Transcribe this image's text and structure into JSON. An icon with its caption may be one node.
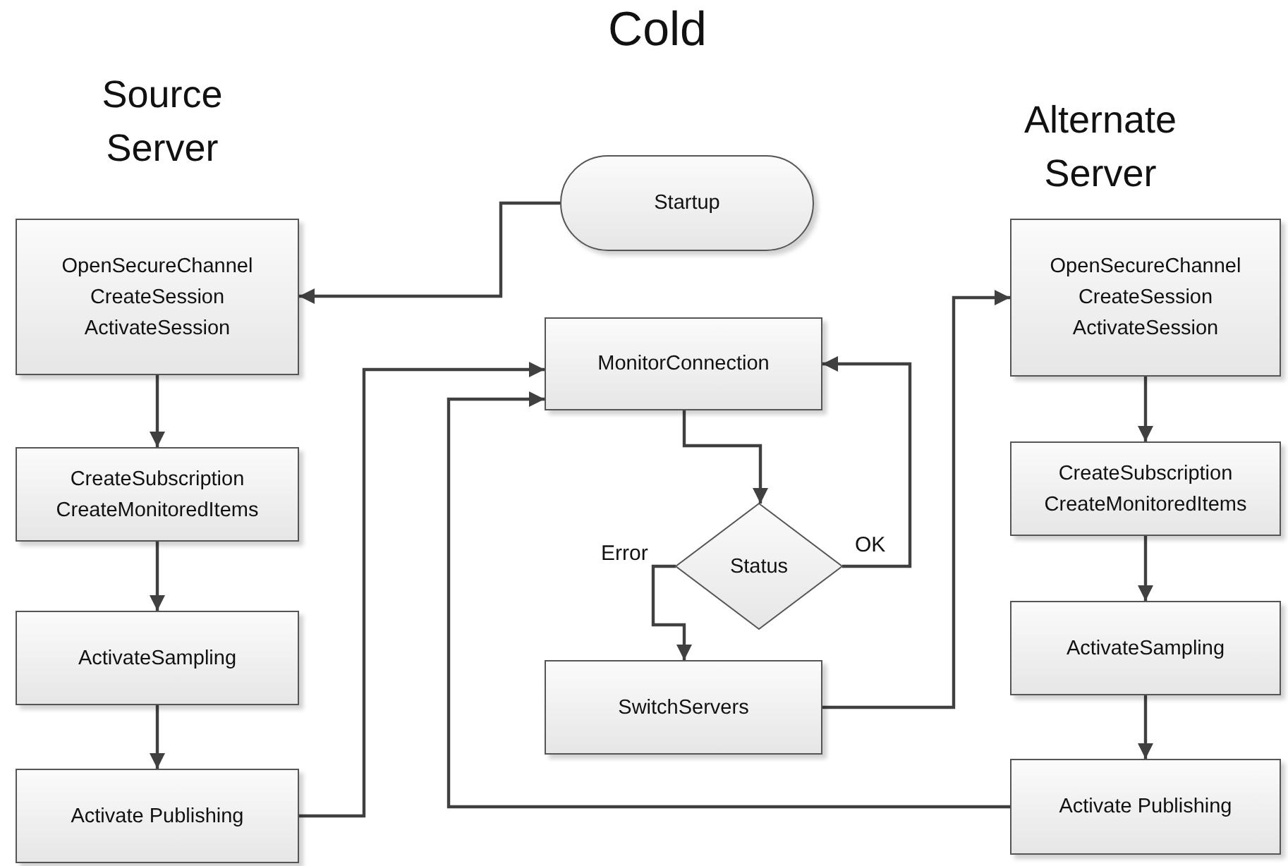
{
  "diagram": {
    "title": "Cold",
    "nodes": [
      {
        "text": [
          "Startup"
        ]
      },
      {
        "text": [
          "OpenSecureChannel CreateSession ActivateSession"
        ]
      },
      {
        "text": [
          "CreateSubscription CreateMonitoredItems"
        ]
      },
      {
        "text": [
          "ActivateSampling"
        ]
      },
      {
        "text": [
          "Activate Publishing"
        ]
      },
      {
        "text": [
          "MonitorConnection"
        ]
      },
      {
        "text": [
          "Status"
        ]
      },
      {
        "text": [
          "SwitchServers"
        ]
      },
      {
        "text": [
          "OpenSecureChannel CreateSession ActivateSession"
        ]
      },
      {
        "text": [
          "CreateSubscription CreateMonitoredItems"
        ]
      },
      {
        "text": [
          "ActivateSampling"
        ]
      },
      {
        "text": [
          "Activate Publishing"
        ]
      }
    ],
    "edges": [
      {
        "from": 0,
        "to": 1,
        "arrow": "to"
      },
      {
        "from": 1,
        "to": 2,
        "arrow": "to"
      },
      {
        "from": 2,
        "to": 3,
        "arrow": "to"
      },
      {
        "from": 3,
        "to": 4,
        "arrow": "to"
      },
      {
        "from": 4,
        "to": 5,
        "arrow": "to"
      },
      {
        "from": 11,
        "to": 5,
        "arrow": "to"
      },
      {
        "from": 5,
        "to": 6,
        "arrow": "to"
      },
      {
        "from": 6,
        "to": 5,
        "arrow": "to",
        "label": "OK"
      },
      {
        "from": 6,
        "to": 7,
        "arrow": "to",
        "label": "Error"
      },
      {
        "from": 7,
        "to": 8,
        "arrow": "to"
      },
      {
        "from": 8,
        "to": 9,
        "arrow": "to"
      },
      {
        "from": 9,
        "to": 10,
        "arrow": "to"
      },
      {
        "from": 10,
        "to": 11,
        "arrow": "to"
      }
    ],
    "labels": [
      "Source Server",
      "Alternate Server"
    ]
  }
}
